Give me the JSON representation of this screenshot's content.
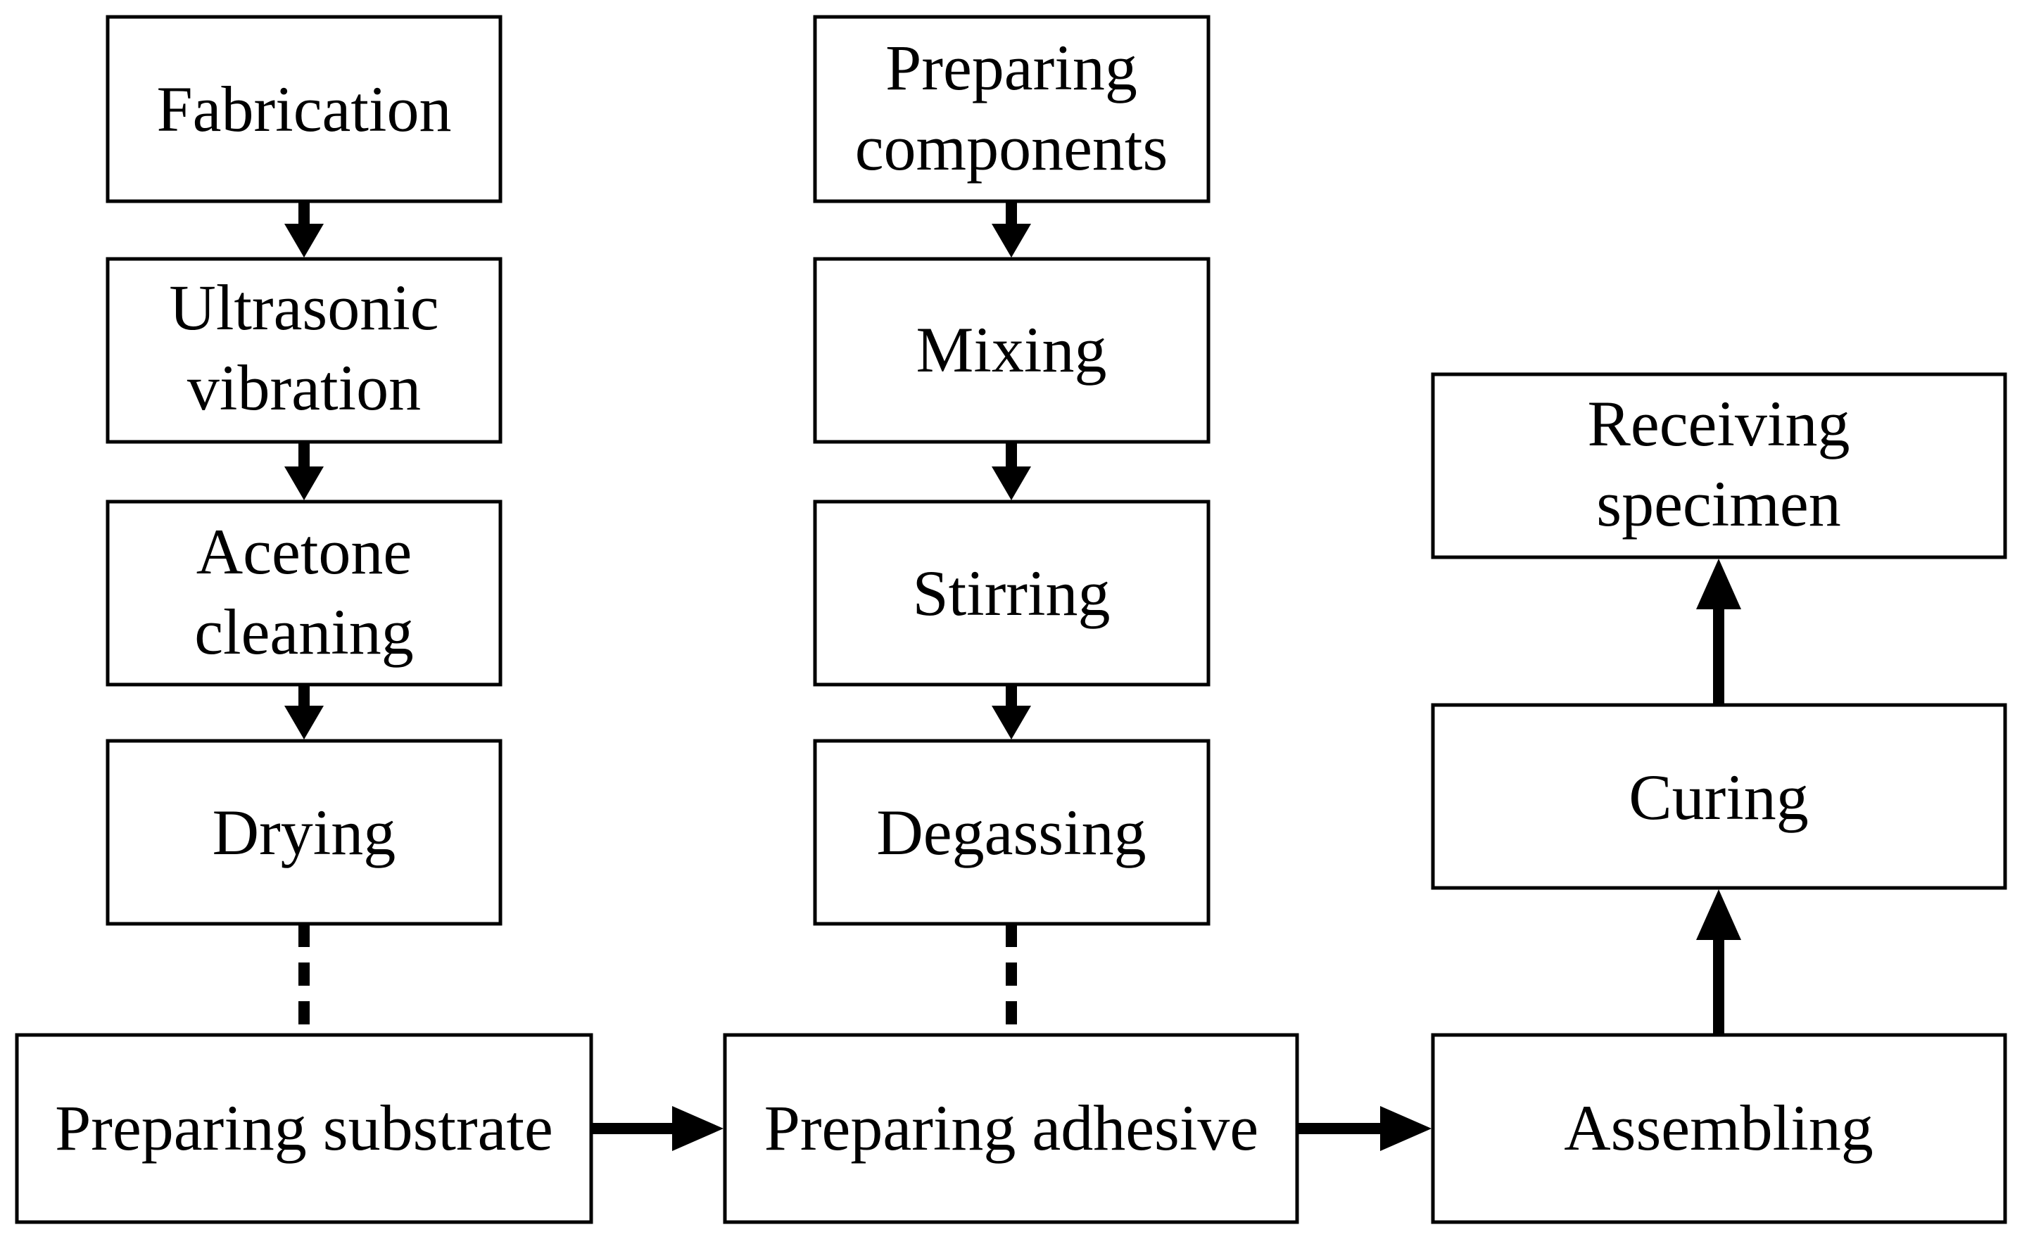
{
  "diagram": {
    "nodes": {
      "fabrication": [
        "Fabrication"
      ],
      "ultrasonic": [
        "Ultrasonic",
        "vibration"
      ],
      "acetone": [
        "Acetone",
        "cleaning"
      ],
      "drying": [
        "Drying"
      ],
      "prep_components": [
        "Preparing",
        "components"
      ],
      "mixing": [
        "Mixing"
      ],
      "stirring": [
        "Stirring"
      ],
      "degassing": [
        "Degassing"
      ],
      "prep_substrate": [
        "Preparing substrate"
      ],
      "prep_adhesive": [
        "Preparing adhesive"
      ],
      "assembling": [
        "Assembling"
      ],
      "curing": [
        "Curing"
      ],
      "receiving": [
        "Receiving",
        "specimen"
      ]
    },
    "edges": [
      {
        "from": "fabrication",
        "to": "ultrasonic",
        "style": "solid-arrow"
      },
      {
        "from": "ultrasonic",
        "to": "acetone",
        "style": "solid-arrow"
      },
      {
        "from": "acetone",
        "to": "drying",
        "style": "solid-arrow"
      },
      {
        "from": "drying",
        "to": "prep_substrate",
        "style": "dashed-line"
      },
      {
        "from": "prep_components",
        "to": "mixing",
        "style": "solid-arrow"
      },
      {
        "from": "mixing",
        "to": "stirring",
        "style": "solid-arrow"
      },
      {
        "from": "stirring",
        "to": "degassing",
        "style": "solid-arrow"
      },
      {
        "from": "degassing",
        "to": "prep_adhesive",
        "style": "dashed-line"
      },
      {
        "from": "prep_substrate",
        "to": "prep_adhesive",
        "style": "solid-arrow"
      },
      {
        "from": "prep_adhesive",
        "to": "assembling",
        "style": "solid-arrow"
      },
      {
        "from": "assembling",
        "to": "curing",
        "style": "solid-arrow"
      },
      {
        "from": "curing",
        "to": "receiving",
        "style": "solid-arrow"
      }
    ],
    "colors": {
      "stroke": "#000000",
      "fill": "#ffffff",
      "text": "#000000"
    }
  }
}
